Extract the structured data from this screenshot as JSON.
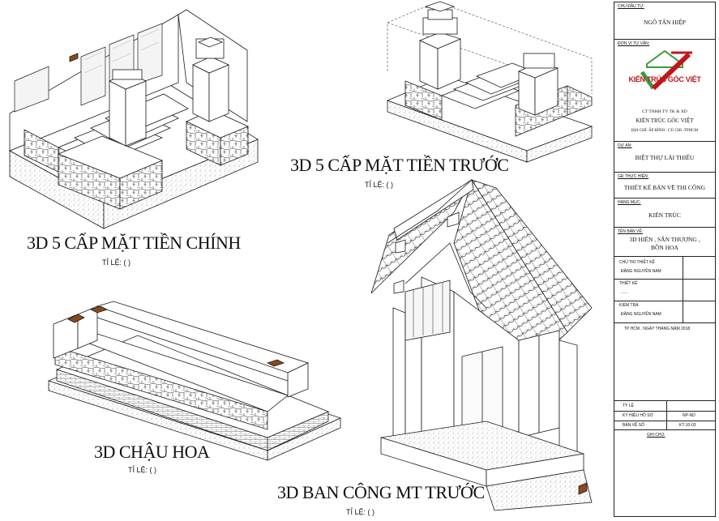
{
  "views": [
    {
      "title": "3D 5 CẤP MẶT TIỀN CHÍNH",
      "scale": "TỈ LỆ: ( )"
    },
    {
      "title": "3D 5 CẤP MẶT TIỀN TRƯỚC",
      "scale": "TỈ LỆ: ( )"
    },
    {
      "title": "3D CHẬU HOA",
      "scale": "TỈ LỆ: ( )"
    },
    {
      "title": "3D BAN CÔNG MT TRƯỚC",
      "scale": "TỈ LỆ: ( )"
    }
  ],
  "title_block": {
    "investor_label": "CHỦ ĐẦU TƯ:",
    "investor": "NGÔ TẤN HIỆP",
    "consultant_label": "ĐƠN VỊ TƯ VẤN:",
    "logo_text": "KIẾN TRÚC GÓC VIỆT",
    "company_line1": "CT TNHH TV TK & XD",
    "company_line2": "KIẾN TRÚC GÓC VIỆT",
    "company_address": "ĐỊA CHỈ: ẤP ĐÌNH - CỦ CHI -TPHCM",
    "project_label": "DỰ ÁN:",
    "project": "BIỆT THỰ LÁI THIÊU",
    "phase_label": "GĐ THỰC HIỆN:",
    "phase": "THIẾT KẾ BẢN VẼ THI CÔNG",
    "category_label": "HẠNG MỤC:",
    "category": "KIẾN TRÚC",
    "drawing_label": "TÊN BẢN VẼ:",
    "drawing_line1": "3D HIÊN , SÂN THƯỢNG ,",
    "drawing_line2": "BỒN HOA",
    "lead_label": "CHỦ TRÌ THIẾT KẾ",
    "lead_name": "ĐẶNG NGUYỄN NAM",
    "design_label": "THIẾT KẾ",
    "design_name": "......",
    "check_label": "KIỂM TRA",
    "check_name": "ĐẶNG NGUYỄN NAM",
    "date_line": "TP HCM , NGÀY    THÁNG   NĂM 2018",
    "scale_label": "TỶ LỆ",
    "file_label": "KÝ HIỆU HỒ SƠ",
    "file_value": "NP-ND",
    "sheet_label": "BẢN VẼ SỐ",
    "sheet_value": "KT-10-03",
    "notes_label": "GHI CHÚ:"
  },
  "colors": {
    "logo_red": "#c0161b",
    "logo_green": "#3a9b3a",
    "brick_accent": "#8b4a1c",
    "line": "#1a1a1a"
  }
}
